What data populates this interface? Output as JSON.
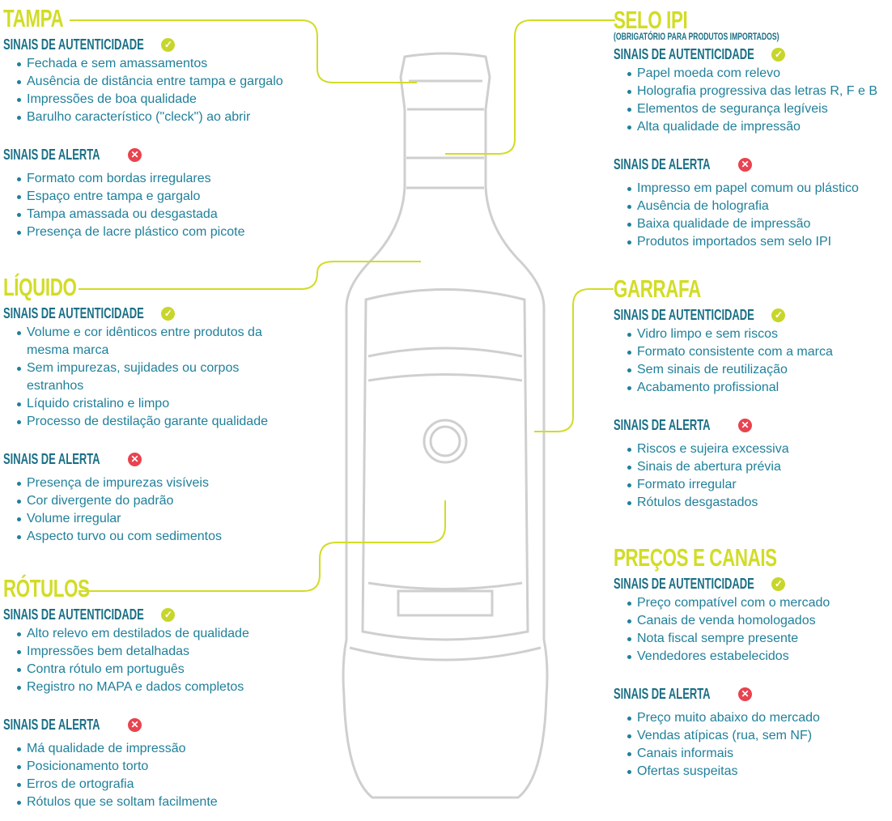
{
  "sections": [
    {
      "id": "tampa",
      "title": "TAMPA",
      "auth_label": "SINAIS DE AUTENTICIDADE",
      "auth": [
        "Fechada e sem amassamentos",
        "Ausência de distância entre tampa e gargalo",
        "Impressões de boa qualidade",
        "Barulho característico (\"cleck\") ao abrir"
      ],
      "alert_label": "SINAIS DE ALERTA",
      "alert": [
        "Formato com bordas irregulares",
        "Espaço entre tampa e gargalo",
        "Tampa amassada ou desgastada",
        "Presença de lacre plástico com picote"
      ]
    },
    {
      "id": "liquido",
      "title": "LÍQUIDO",
      "auth_label": "SINAIS DE AUTENTICIDADE",
      "auth": [
        "Volume e cor idênticos entre produtos da mesma marca",
        "Sem impurezas, sujidades ou corpos estranhos",
        "Líquido cristalino e limpo",
        "Processo de destilação garante qualidade"
      ],
      "alert_label": "SINAIS DE ALERTA",
      "alert": [
        "Presença de impurezas visíveis",
        "Cor divergente do padrão",
        "Volume irregular",
        "Aspecto turvo ou com sedimentos"
      ]
    },
    {
      "id": "rotulos",
      "title": "RÓTULOS",
      "auth_label": "SINAIS DE AUTENTICIDADE",
      "auth": [
        "Alto relevo em destilados de qualidade",
        "Impressões bem detalhadas",
        "Contra rótulo em português",
        "Registro no MAPA e dados completos"
      ],
      "alert_label": "SINAIS DE ALERTA",
      "alert": [
        "Má qualidade de impressão",
        "Posicionamento torto",
        "Erros de ortografia",
        "Rótulos que se soltam facilmente"
      ]
    },
    {
      "id": "selo",
      "title": "SELO IPI",
      "subtitle": "(OBRIGATÓRIO PARA PRODUTOS IMPORTADOS)",
      "auth_label": "SINAIS DE AUTENTICIDADE",
      "auth": [
        "Papel moeda com relevo",
        "Holografia progressiva das letras R, F e B",
        "Elementos de segurança legíveis",
        "Alta qualidade de impressão"
      ],
      "alert_label": "SINAIS DE ALERTA",
      "alert": [
        "Impresso em papel comum ou plástico",
        "Ausência de holografia",
        "Baixa qualidade de impressão",
        "Produtos importados sem selo IPI"
      ]
    },
    {
      "id": "garrafa",
      "title": "GARRAFA",
      "auth_label": "SINAIS DE AUTENTICIDADE",
      "auth": [
        "Vidro limpo e sem riscos",
        "Formato consistente com a marca",
        "Sem sinais de reutilização",
        "Acabamento profissional"
      ],
      "alert_label": "SINAIS DE ALERTA",
      "alert": [
        "Riscos e sujeira excessiva",
        "Sinais de abertura prévia",
        "Formato irregular",
        "Rótulos desgastados"
      ]
    },
    {
      "id": "precos",
      "title": "PREÇOS E CANAIS",
      "auth_label": "SINAIS DE AUTENTICIDADE",
      "auth": [
        "Preço compatível com o mercado",
        "Canais de venda homologados",
        "Nota fiscal sempre presente",
        "Vendedores estabelecidos"
      ],
      "alert_label": "SINAIS DE ALERTA",
      "alert": [
        "Preço muito abaixo do mercado",
        "Vendas atípicas (rua, sem NF)",
        "Canais informais",
        "Ofertas suspeitas"
      ]
    }
  ],
  "colors": {
    "title": "#d2dc26",
    "heading": "#1a6f86",
    "text": "#20809a",
    "ok": "#c8d62a",
    "alert": "#e8434f",
    "bottle": "#c8c8c8"
  }
}
